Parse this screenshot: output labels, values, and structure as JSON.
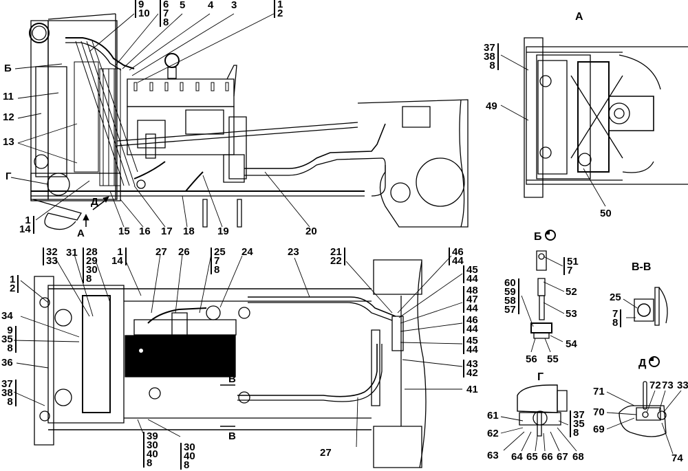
{
  "colors": {
    "ink": "#000000",
    "paper": "#ffffff"
  },
  "views": {
    "side": {
      "callouts": {
        "c9_10": [
          "9",
          "10"
        ],
        "c6_7_8": [
          "6",
          "7",
          "8"
        ],
        "c5": "5",
        "c4": "4",
        "c3": "3",
        "c1_2": [
          "1",
          "2"
        ],
        "cB": "Б",
        "c11": "11",
        "c12": "12",
        "c13": "13",
        "cG": "Г",
        "cD": "Д",
        "c1_14": [
          "1",
          "14"
        ],
        "cA": "А",
        "c15": "15",
        "c16": "16",
        "c17": "17",
        "c18": "18",
        "c19": "19",
        "c20": "20"
      }
    },
    "view_a": {
      "title": "А",
      "callouts": {
        "c37_38_8": [
          "37",
          "38",
          "8"
        ],
        "c49": "49",
        "c50": "50"
      }
    },
    "top": {
      "callouts": {
        "c32_33": [
          "32",
          "33"
        ],
        "c31": "31",
        "c28_29_30_8": [
          "28",
          "29",
          "30",
          "8"
        ],
        "c1_14": [
          "1",
          "14"
        ],
        "c27a": "27",
        "c26": "26",
        "c25_7_8": [
          "25",
          "7",
          "8"
        ],
        "c24": "24",
        "c23": "23",
        "c21_22": [
          "21",
          "22"
        ],
        "c1_2": [
          "1",
          "2"
        ],
        "c34": "34",
        "c9_35_8": [
          "9",
          "35",
          "8"
        ],
        "c36": "36",
        "c37_38_8": [
          "37",
          "38",
          "8"
        ],
        "c39_30_40_8": [
          "39",
          "30",
          "40",
          "8"
        ],
        "c30_40_8": [
          "30",
          "40",
          "8"
        ],
        "cB1": "В",
        "cB2": "В",
        "c27b": "27",
        "r46_44a": [
          "46",
          "44"
        ],
        "r45_44a": [
          "45",
          "44"
        ],
        "r48_47_44": [
          "48",
          "47",
          "44"
        ],
        "r46_44b": [
          "46",
          "44"
        ],
        "r45_44b": [
          "45",
          "44"
        ],
        "r43_42": [
          "43",
          "42"
        ],
        "r41": "41"
      }
    },
    "view_b": {
      "title": "Б",
      "callouts": {
        "c51_7": [
          "51",
          "7"
        ],
        "c52": "52",
        "c53": "53",
        "c54": "54",
        "c60_59_58_57": [
          "60",
          "59",
          "58",
          "57"
        ],
        "c56": "56",
        "c55": "55"
      }
    },
    "section_vv": {
      "title": "В-В",
      "callouts": {
        "c25": "25",
        "c7_8": [
          "7",
          "8"
        ]
      }
    },
    "view_g": {
      "title": "Г",
      "callouts": {
        "c61": "61",
        "c62": "62",
        "c63": "63",
        "c64": "64",
        "c65": "65",
        "c66": "66",
        "c67": "67",
        "c68": "68",
        "c37_35_8": [
          "37",
          "35",
          "8"
        ]
      }
    },
    "view_d": {
      "title": "Д",
      "callouts": {
        "c71": "71",
        "c70": "70",
        "c69": "69",
        "c72": "72",
        "c73": "73",
        "c33": "33",
        "c74": "74"
      }
    }
  }
}
